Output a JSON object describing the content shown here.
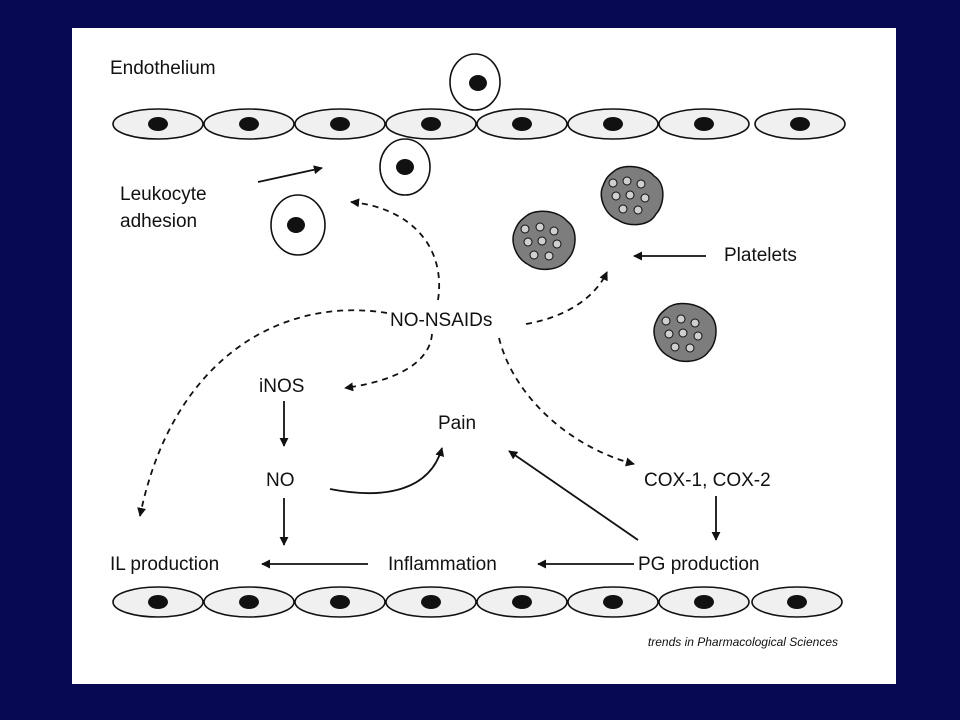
{
  "slide": {
    "background": "#070a52",
    "panel_background": "#ffffff"
  },
  "labels": {
    "endothelium": "Endothelium",
    "leukocyte_line1": "Leukocyte",
    "leukocyte_line2": "adhesion",
    "platelets": "Platelets",
    "no_nsaids": "NO-NSAIDs",
    "inos": "iNOS",
    "pain": "Pain",
    "no": "NO",
    "cox": "COX-1, COX-2",
    "il_production": "IL production",
    "inflammation": "Inflammation",
    "pg_production": "PG production"
  },
  "credit": "trends in Pharmacological Sciences"
}
